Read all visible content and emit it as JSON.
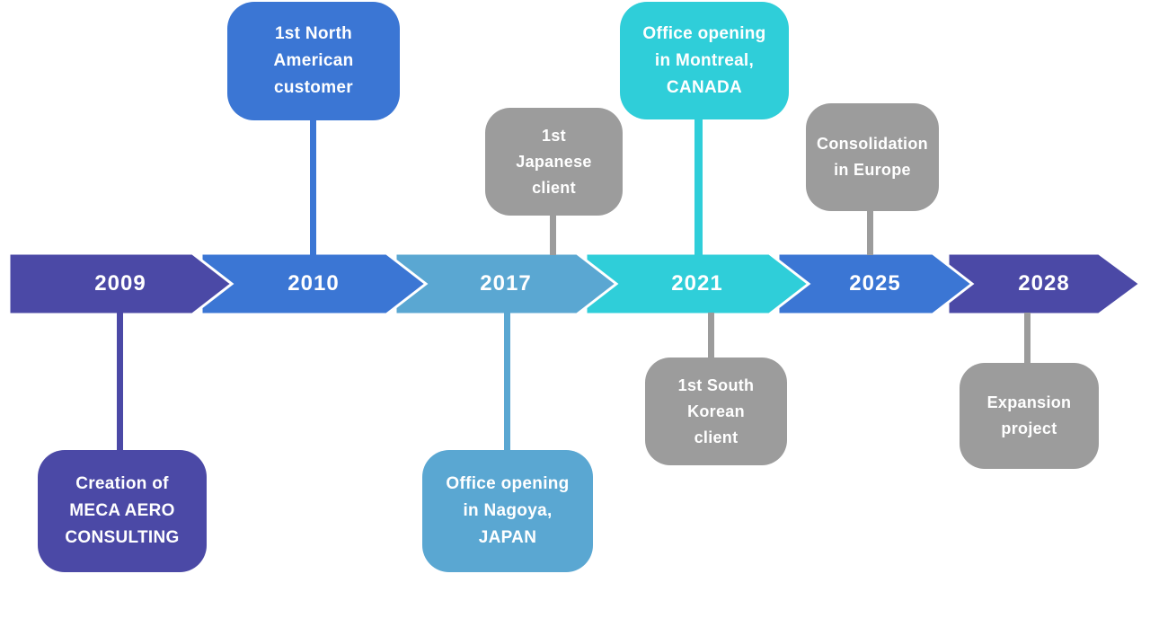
{
  "canvas": {
    "background": "#ffffff",
    "text_color": "#ffffff"
  },
  "timeline": {
    "type": "horizontal-chevron-timeline",
    "years": [
      {
        "label": "2009",
        "color": "#4B49A6"
      },
      {
        "label": "2010",
        "color": "#3B76D4"
      },
      {
        "label": "2017",
        "color": "#5AA7D2"
      },
      {
        "label": "2021",
        "color": "#2FCED9"
      },
      {
        "label": "2025",
        "color": "#3B76D4"
      },
      {
        "label": "2028",
        "color": "#4B49A6"
      }
    ]
  },
  "events": [
    {
      "year": "2010",
      "position": "above",
      "text": "1st North\nAmerican\ncustomer",
      "color": "#3B76D4",
      "connector_color": "#3B76D4"
    },
    {
      "year": "2017",
      "position": "above",
      "text": "1st\nJapanese\nclient",
      "color": "#9C9C9C",
      "connector_color": "#9C9C9C"
    },
    {
      "year": "2021",
      "position": "above",
      "text": "Office opening\nin Montreal,\nCANADA",
      "color": "#2FCED9",
      "connector_color": "#2FCED9"
    },
    {
      "year": "2025",
      "position": "above",
      "text": "Consolidation\nin Europe",
      "color": "#9C9C9C",
      "connector_color": "#9C9C9C"
    },
    {
      "year": "2009",
      "position": "below",
      "text": "Creation of\nMECA AERO\nCONSULTING",
      "color": "#4B49A6",
      "connector_color": "#4B49A6"
    },
    {
      "year": "2017",
      "position": "below",
      "text": "Office opening\nin Nagoya,\nJAPAN",
      "color": "#5AA7D2",
      "connector_color": "#5AA7D2"
    },
    {
      "year": "2021",
      "position": "below",
      "text": "1st South\nKorean\nclient",
      "color": "#9C9C9C",
      "connector_color": "#9C9C9C"
    },
    {
      "year": "2028",
      "position": "below",
      "text": "Expansion\nproject",
      "color": "#9C9C9C",
      "connector_color": "#9C9C9C"
    }
  ]
}
